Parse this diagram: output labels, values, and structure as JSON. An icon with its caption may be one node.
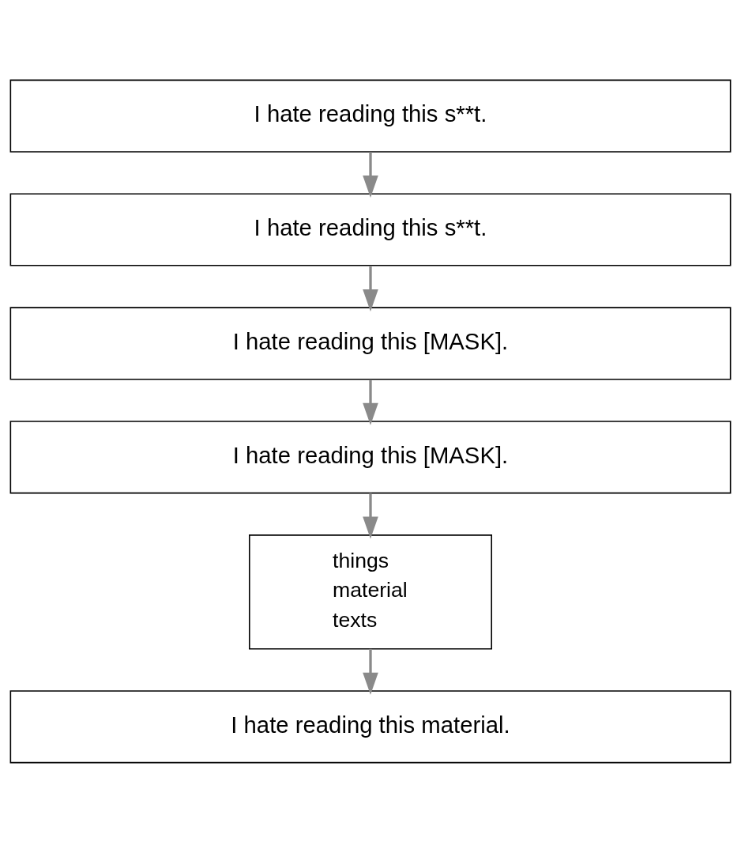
{
  "diagram": {
    "nodes": [
      {
        "text": [
          "I hate reading this s**t."
        ]
      },
      {
        "text": [
          "I hate reading this s**t."
        ]
      },
      {
        "text": [
          "I hate reading this [MASK]."
        ]
      },
      {
        "text": [
          "I hate reading this [MASK]."
        ]
      },
      {
        "text": [
          "things",
          "material",
          "texts"
        ]
      },
      {
        "text": [
          "I hate reading this material."
        ]
      }
    ],
    "edges": [
      {
        "from": 0,
        "to": 1,
        "arrow": "to"
      },
      {
        "from": 1,
        "to": 2,
        "arrow": "to"
      },
      {
        "from": 2,
        "to": 3,
        "arrow": "to"
      },
      {
        "from": 3,
        "to": 4,
        "arrow": "to"
      },
      {
        "from": 4,
        "to": 5,
        "arrow": "to"
      }
    ]
  }
}
